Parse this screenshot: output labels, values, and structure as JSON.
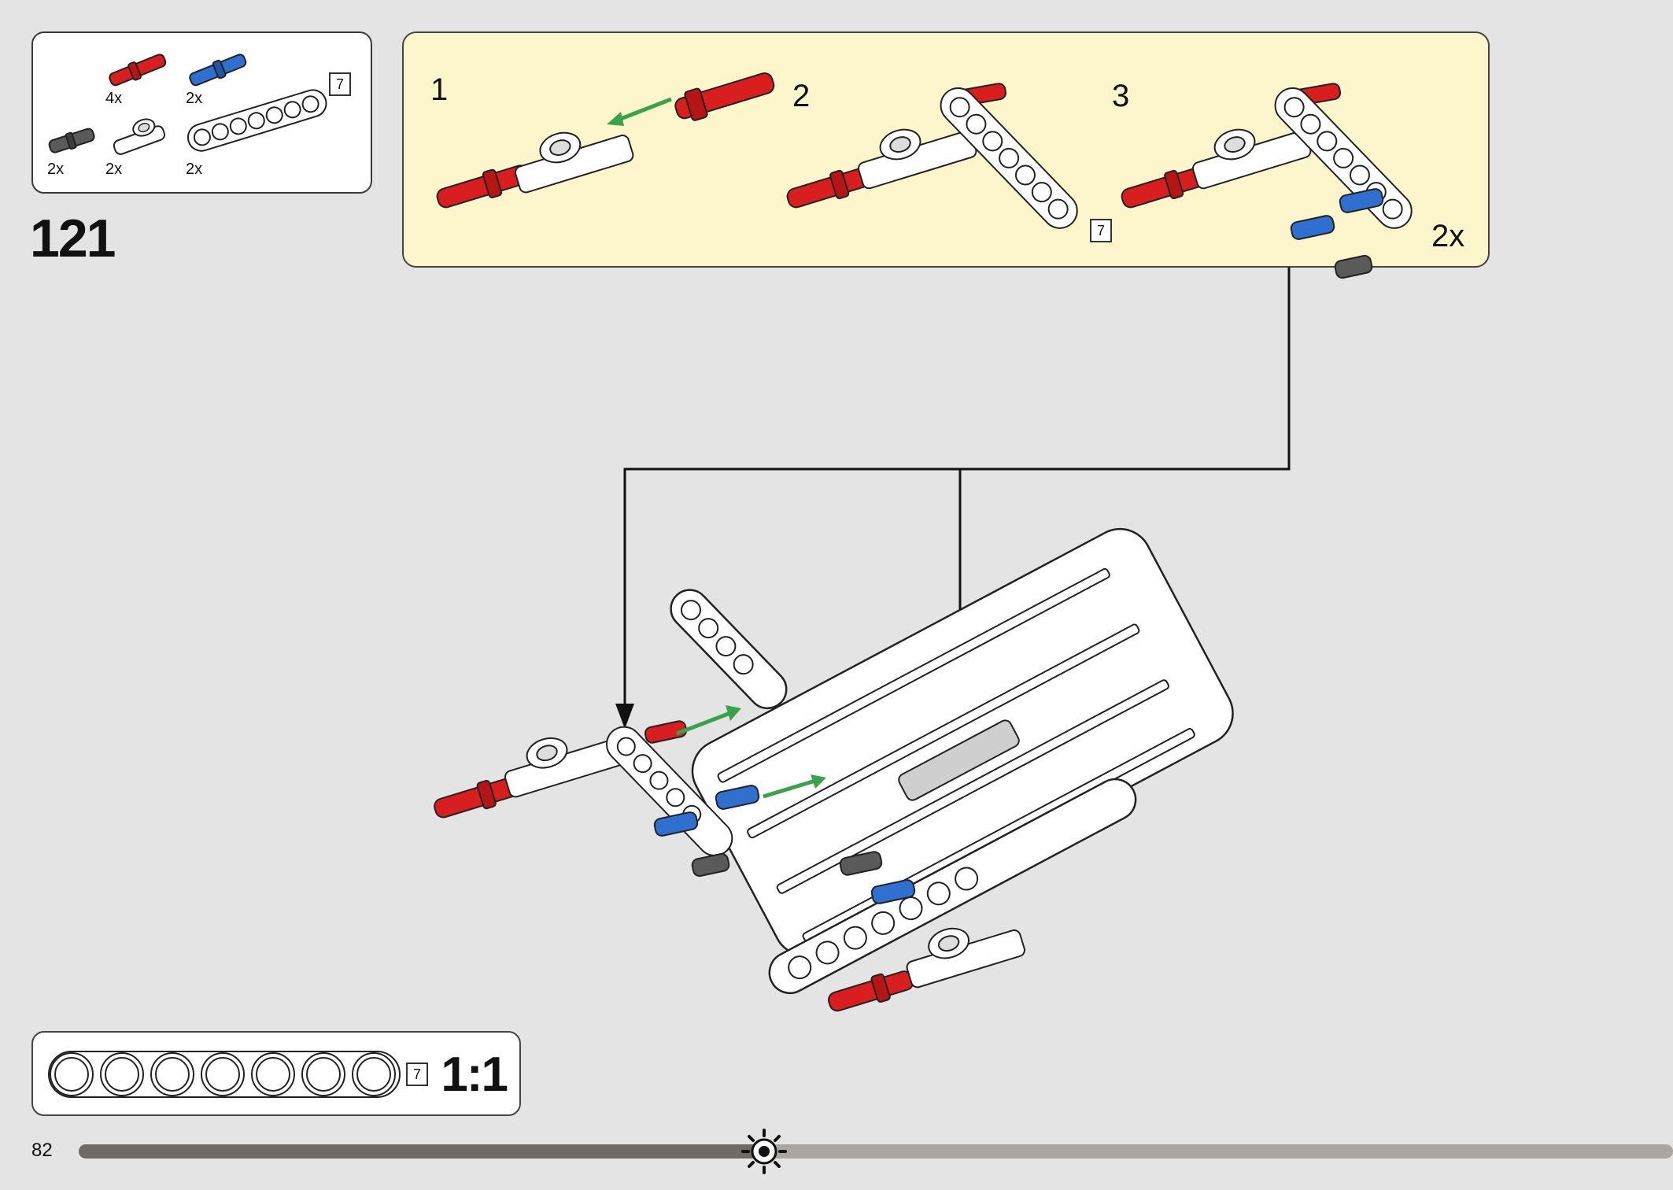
{
  "parts_list": {
    "items": [
      {
        "name": "red-axle-pin",
        "qty": "4x",
        "color": "#d81e1e"
      },
      {
        "name": "blue-axle-pin",
        "qty": "2x",
        "color": "#2f6fd0"
      },
      {
        "name": "gray-pin",
        "qty": "2x",
        "color": "#555555"
      },
      {
        "name": "white-connector",
        "qty": "2x",
        "color": "#ffffff"
      },
      {
        "name": "white-beam-7",
        "qty": "2x",
        "color": "#ffffff",
        "size": "7"
      }
    ]
  },
  "step": {
    "number": "121"
  },
  "substeps": {
    "background": "#fdf6cc",
    "items": [
      {
        "number": "1"
      },
      {
        "number": "2",
        "size": "7"
      },
      {
        "number": "3"
      }
    ],
    "multiplier": "2x"
  },
  "scale": {
    "size": "7",
    "label": "1:1"
  },
  "footer": {
    "page": "82",
    "progress": 0.43
  }
}
